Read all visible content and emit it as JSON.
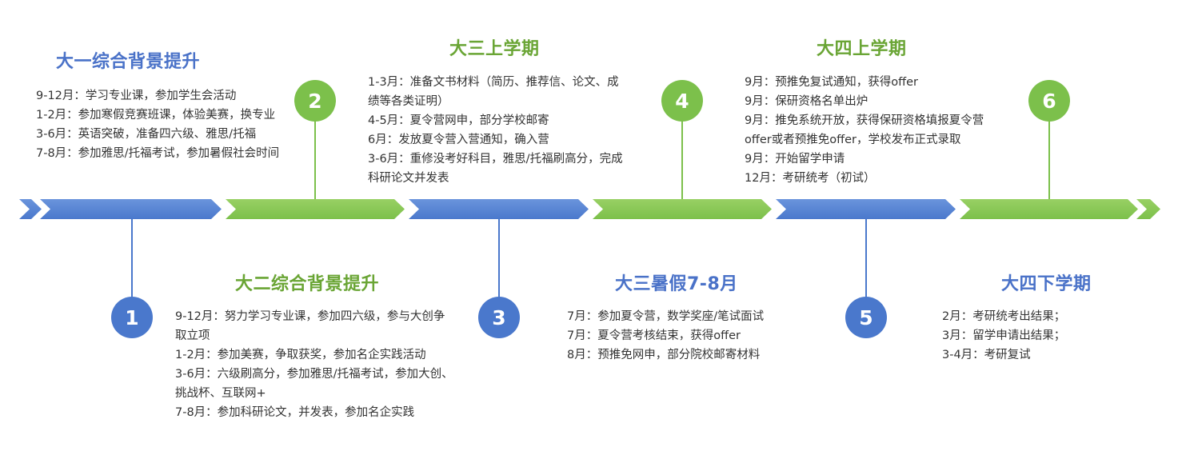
{
  "colors": {
    "blue": "#4a78cc",
    "green": "#7cc04b",
    "blue_title": "#4a72c8",
    "green_title": "#6aa535",
    "text": "#333333"
  },
  "stages": [
    {
      "number": "1",
      "title": "大一综合背景提升",
      "lines": [
        "9-12月：学习专业课，参加学生会活动",
        "1-2月：参加寒假竞赛班课，体验美赛，换专业",
        "3-6月：英语突破，准备四六级、雅思/托福",
        "7-8月：参加雅思/托福考试，参加暑假社会时间"
      ]
    },
    {
      "number": "2",
      "title": "大二综合背景提升",
      "lines": [
        "9-12月：努力学习专业课，参加四六级，参与大创争",
        "取立项",
        "1-2月：参加美赛，争取获奖，参加名企实践活动",
        "3-6月：六级刷高分，参加雅思/托福考试，参加大创、",
        "挑战杯、互联网+",
        "7-8月：参加科研论文，并发表，参加名企实践"
      ]
    },
    {
      "number": "3",
      "title": "大三上学期",
      "lines": [
        "1-3月：准备文书材料（简历、推荐信、论文、成",
        "绩等各类证明）",
        "4-5月：夏令营网申，部分学校邮寄",
        "6月：发放夏令营入营通知，确入营",
        "3-6月：重修没考好科目，雅思/托福刷高分，完成",
        "科研论文并发表"
      ]
    },
    {
      "number": "4",
      "title": "大三暑假7-8月",
      "lines": [
        "7月：参加夏令营，数学奖座/笔试面试",
        "7月：夏令营考核结束，获得offer",
        "8月：预推免网申，部分院校邮寄材料"
      ]
    },
    {
      "number": "5",
      "title": "大四上学期",
      "lines": [
        "9月：预推免复试通知，获得offer",
        "9月：保研资格名单出炉",
        "9月：推免系统开放，获得保研资格填报夏令营",
        "offer或者预推免offer，学校发布正式录取",
        "9月：开始留学申请",
        "12月：考研统考（初试）"
      ]
    },
    {
      "number": "6",
      "title": "大四下学期",
      "lines": [
        "2月：考研统考出结果；",
        "3月：留学申请出结果；",
        "3-4月：考研复试"
      ]
    }
  ]
}
